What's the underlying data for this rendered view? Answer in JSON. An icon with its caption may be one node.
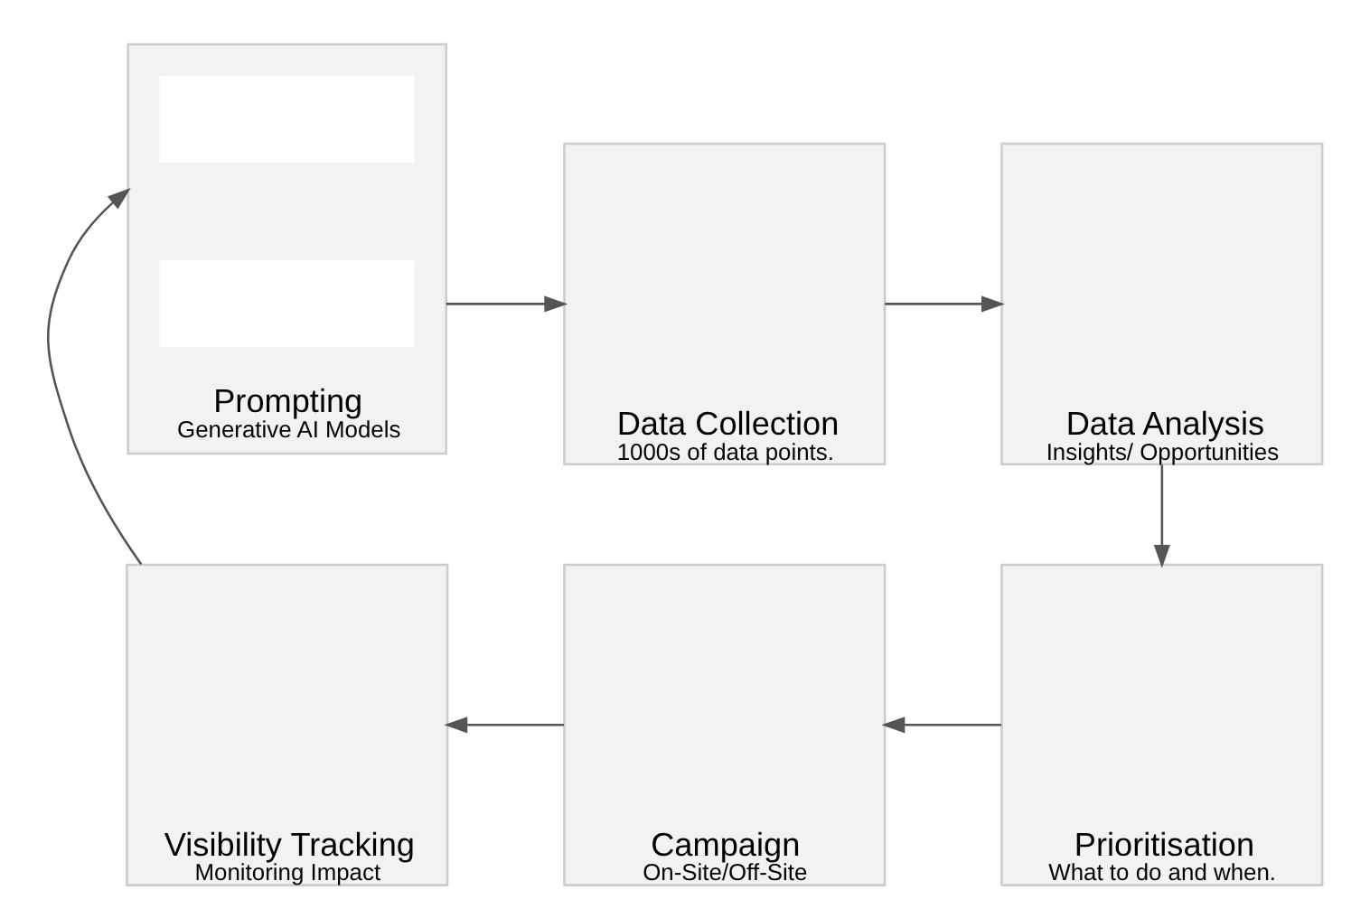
{
  "diagram": {
    "nodes": [
      {
        "text": [
          "Prompting",
          "Generative AI Models"
        ]
      },
      {
        "text": [],
        "shape": "box",
        "in": 0
      },
      {
        "text": [],
        "shape": "box",
        "in": 0
      },
      {
        "text": [
          "Data Collection",
          "1000s of data points."
        ]
      },
      {
        "text": [
          "Data Analysis",
          "Insights/ Opportunities"
        ]
      },
      {
        "text": [
          "Prioritisation",
          "What to do and when."
        ]
      },
      {
        "text": [
          "Campaign",
          "On-Site/Off-Site"
        ]
      },
      {
        "text": [
          "Visibility Tracking",
          "Monitoring Impact"
        ]
      }
    ],
    "edges": [
      {
        "from": 0,
        "to": 3,
        "arrow": "to"
      },
      {
        "from": 3,
        "to": 4,
        "arrow": "to"
      },
      {
        "from": 4,
        "to": 5,
        "arrow": "to"
      },
      {
        "from": 5,
        "to": 6,
        "arrow": "to"
      },
      {
        "from": 6,
        "to": 7,
        "arrow": "to"
      },
      {
        "from": 7,
        "to": 0,
        "arrow": "to"
      }
    ]
  }
}
